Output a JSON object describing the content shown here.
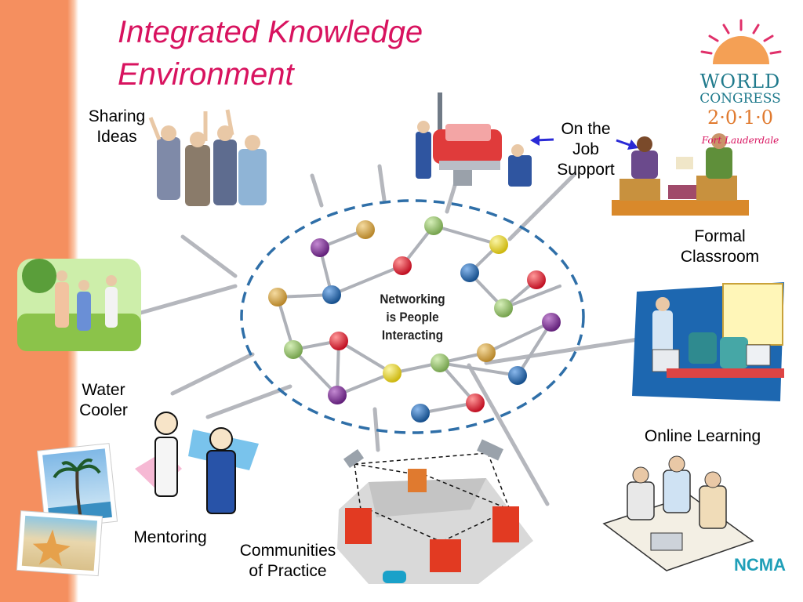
{
  "title_line1": "Integrated Knowledge",
  "title_line2": "Environment",
  "center_line1": "Networking",
  "center_line2": "is People",
  "center_line3": "Interacting",
  "labels": {
    "sharing_1": "Sharing",
    "sharing_2": "Ideas",
    "ojt_1": "On the",
    "ojt_2": "Job",
    "ojt_3": "Support",
    "formal_1": "Formal",
    "formal_2": "Classroom",
    "water_1": "Water",
    "water_2": "Cooler",
    "online": "Online Learning",
    "mentoring": "Mentoring",
    "cop_1": "Communities",
    "cop_2": "of Practice"
  },
  "logo": {
    "line1": "WORLD",
    "line2": "CONGRESS",
    "line3": "2·0·1·0",
    "line4": "Fort Lauderdale",
    "bottom_mark": "NCMA"
  },
  "colors": {
    "stripe": "#f58f5f",
    "title": "#d8135f",
    "ellipse": "#2f6fa8",
    "node_red": "#d6122a",
    "node_blue": "#1f5fa2",
    "node_purple": "#7b2f8f",
    "node_gold": "#d3a03a",
    "node_green": "#93c06a",
    "node_yellow": "#e9dc1f"
  },
  "icons": [
    "people-cheering-icon",
    "mechanics-car-icon",
    "classroom-teacher-icon",
    "golfers-icon",
    "computer-lab-icon",
    "mentors-phone-icon",
    "satellite-network-icon",
    "meeting-laptop-icon",
    "palm-tree-photo-icon",
    "starfish-photo-icon"
  ]
}
